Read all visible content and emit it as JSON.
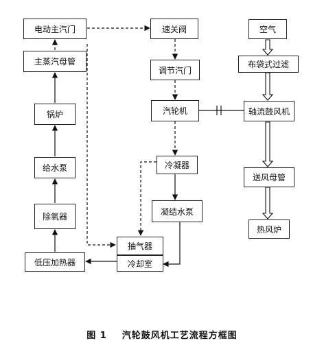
{
  "boxes": {
    "electric_main_steam_valve": "电动主汽门",
    "main_steam_header": "主蒸汽母管",
    "boiler": "锅炉",
    "feed_water_pump": "给水泵",
    "deaerator": "除氧器",
    "low_pressure_heater": "低压加热器",
    "quick_shut_valve": "速关阀",
    "regulating_valve": "调节汽门",
    "steam_turbine": "汽轮机",
    "condenser": "冷凝器",
    "condensate_pump": "凝结水泵",
    "air_extractor": "抽气器",
    "cooling_chamber": "冷却室",
    "air": "空气",
    "bag_filter": "布袋式过滤",
    "axial_blower": "轴流鼓风机",
    "air_supply_header": "送风母管",
    "hot_blast_stove": "热风炉"
  },
  "caption": {
    "number": "图 1",
    "title": "汽轮鼓风机工艺流程方框图"
  }
}
